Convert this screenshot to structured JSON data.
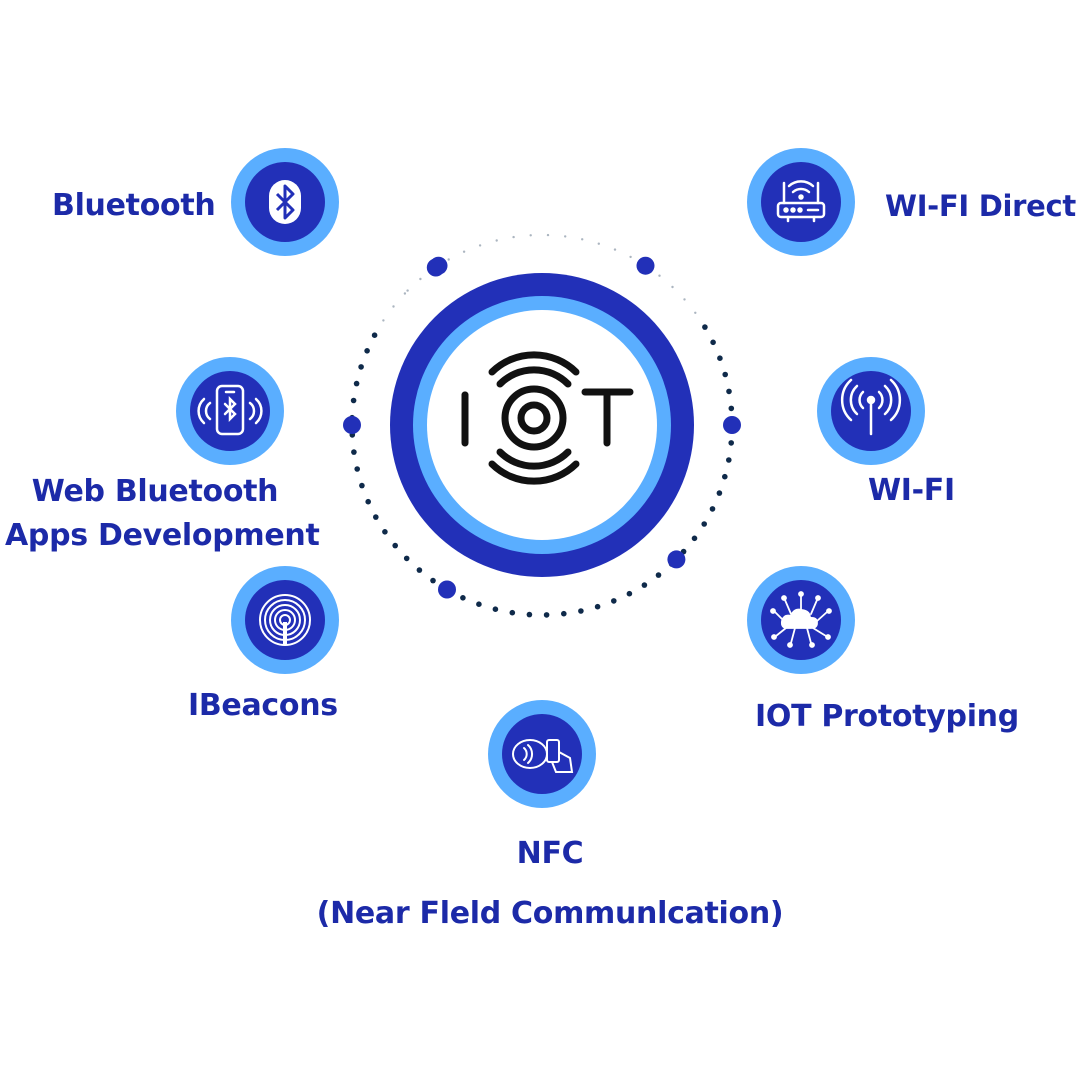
{
  "diagram": {
    "center": {
      "title": "IOT",
      "icon": "iot-signal-icon"
    },
    "nodes": [
      {
        "id": "bluetooth",
        "label": "Bluetooth",
        "icon": "bluetooth-icon"
      },
      {
        "id": "web-bluetooth",
        "label_line1": "Web Bluetooth",
        "label_line2": "Apps Development",
        "icon": "phone-bluetooth-icon"
      },
      {
        "id": "ibeacons",
        "label": "IBeacons",
        "icon": "beacon-icon"
      },
      {
        "id": "nfc",
        "label_line1": "NFC",
        "label_line2": "(Near Fleld Communlcation)",
        "icon": "nfc-tap-icon"
      },
      {
        "id": "wifi-direct",
        "label": "WI-FI Direct",
        "icon": "router-icon"
      },
      {
        "id": "wifi",
        "label": "WI-FI",
        "icon": "antenna-icon"
      },
      {
        "id": "iot-prototyping",
        "label": "IOT Prototyping",
        "icon": "cloud-network-icon"
      }
    ]
  },
  "colors": {
    "dark_blue": "#2230b8",
    "light_blue": "#5aaeff",
    "text_blue": "#1c2aa8",
    "dot_navy": "#0f2a4a"
  }
}
